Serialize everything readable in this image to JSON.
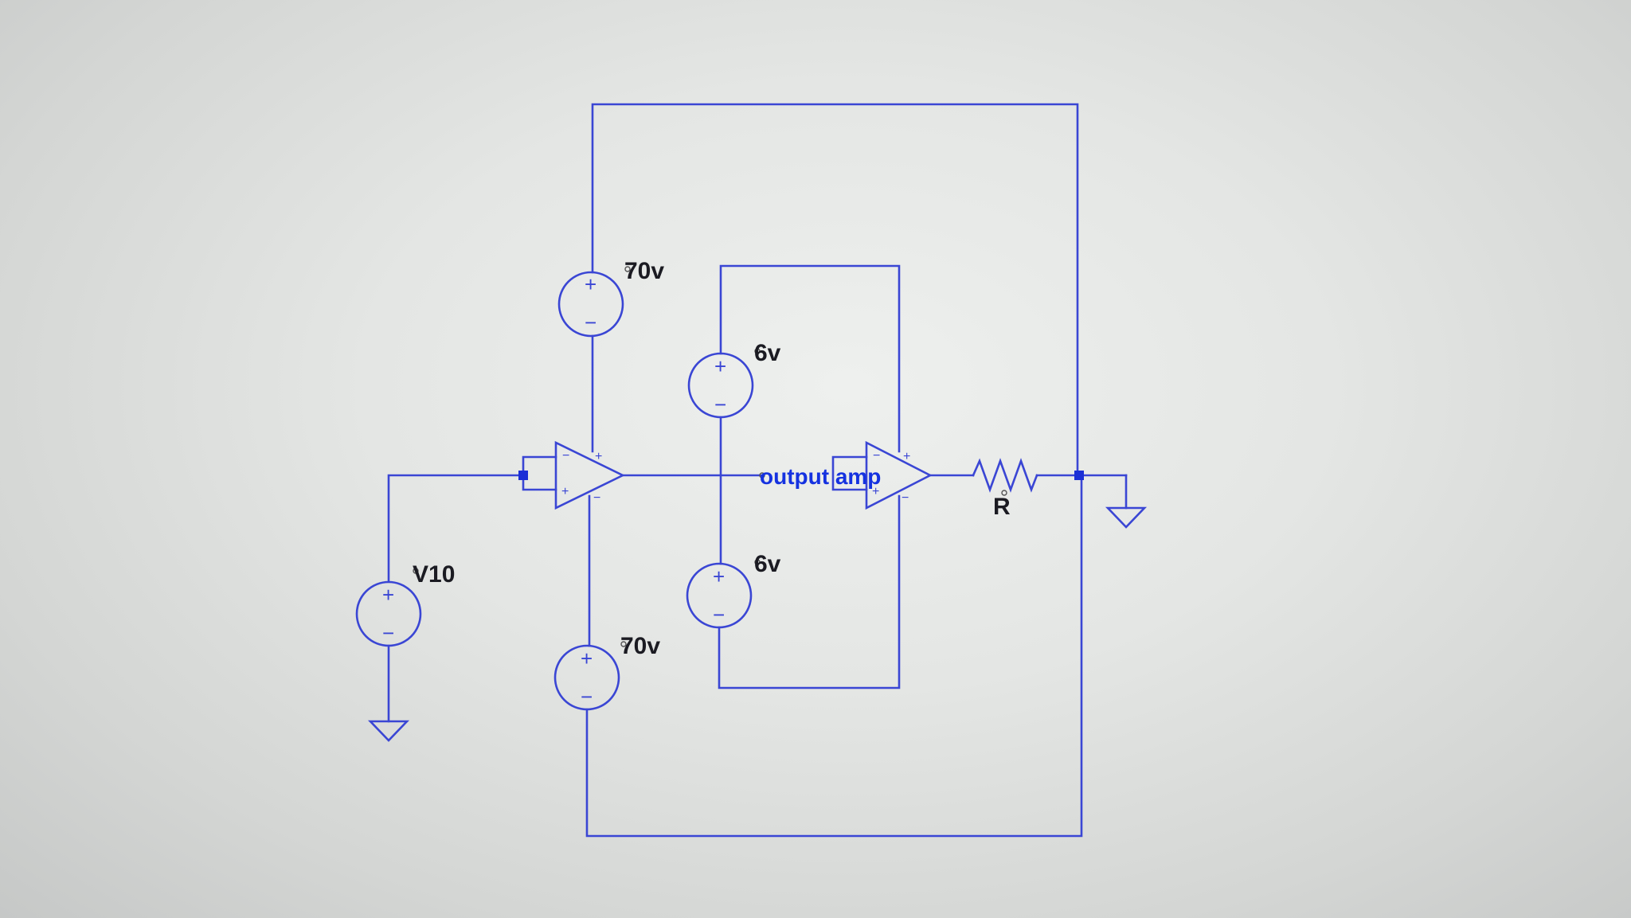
{
  "schematic": {
    "sources": {
      "v_input": "V10",
      "v_upper_supply": "70v",
      "v_lower_supply": "70v",
      "v_upper_offset": "6v",
      "v_lower_offset": "6v"
    },
    "resistor_label": "R",
    "net_label": "output amp",
    "symbols": {
      "plus": "+",
      "minus": "−"
    },
    "colors": {
      "wire": "#3a46d4",
      "net_label": "#1532e0",
      "label": "#1b1b22",
      "background": "#e4e6e4"
    }
  }
}
